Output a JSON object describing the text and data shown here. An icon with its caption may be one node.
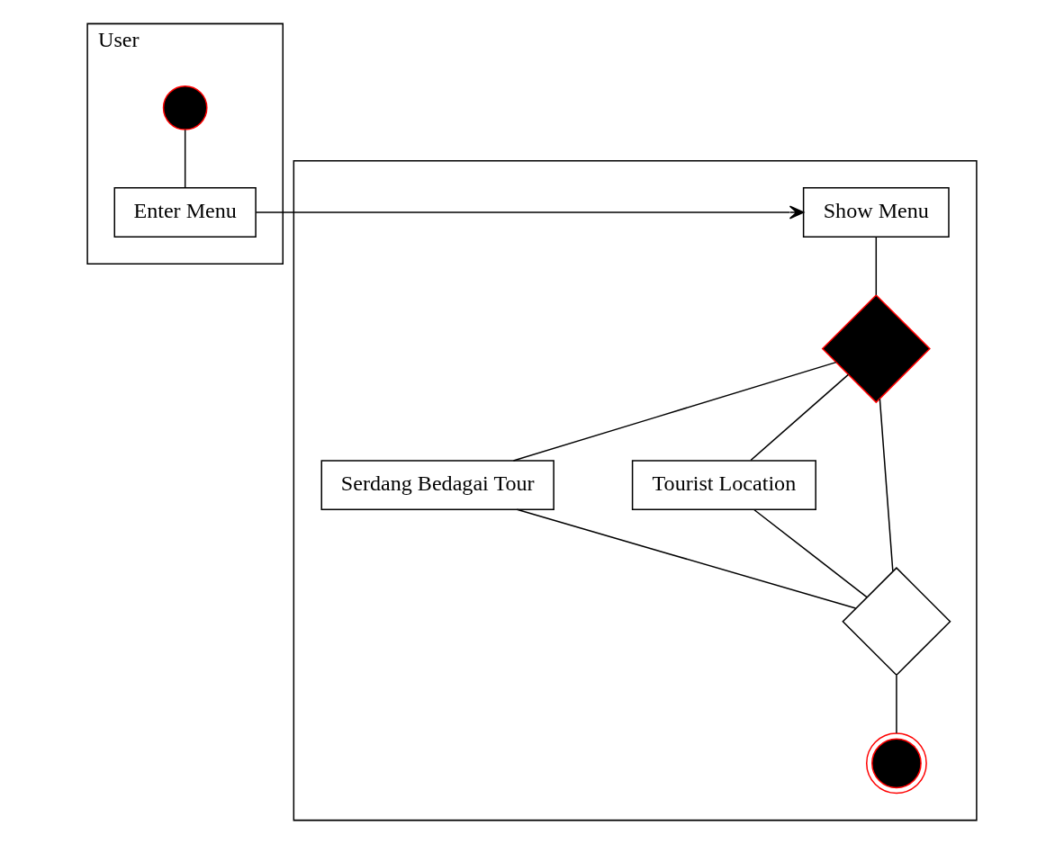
{
  "diagram": {
    "nodes": [
      {
        "text": [
          "User"
        ]
      },
      {
        "text": [],
        "shape": "circle",
        "in": 0
      },
      {
        "text": [
          "Enter Menu"
        ],
        "in": 0
      },
      {
        "text": [],
        "shape": "box"
      },
      {
        "text": [
          "Show Menu"
        ],
        "in": 3
      },
      {
        "text": [],
        "shape": "diamond",
        "in": 3
      },
      {
        "text": [
          "Serdang Bedagai Tour"
        ],
        "in": 3
      },
      {
        "text": [
          "Tourist Location"
        ],
        "in": 3
      },
      {
        "text": [],
        "shape": "diamond",
        "in": 3
      },
      {
        "text": [],
        "shape": "circle",
        "in": 3
      }
    ],
    "edges": [
      {
        "from": 1,
        "to": 2,
        "arrow": "none"
      },
      {
        "from": 2,
        "to": 4,
        "arrow": "to"
      },
      {
        "from": 4,
        "to": 5,
        "arrow": "none"
      },
      {
        "from": 5,
        "to": 6,
        "arrow": "none"
      },
      {
        "from": 5,
        "to": 8,
        "arrow": "none"
      },
      {
        "from": 5,
        "to": 7,
        "arrow": "none"
      },
      {
        "from": 6,
        "to": 8,
        "arrow": "none"
      },
      {
        "from": 7,
        "to": 8,
        "arrow": "none"
      },
      {
        "from": 8,
        "to": 9,
        "arrow": "none"
      }
    ]
  }
}
